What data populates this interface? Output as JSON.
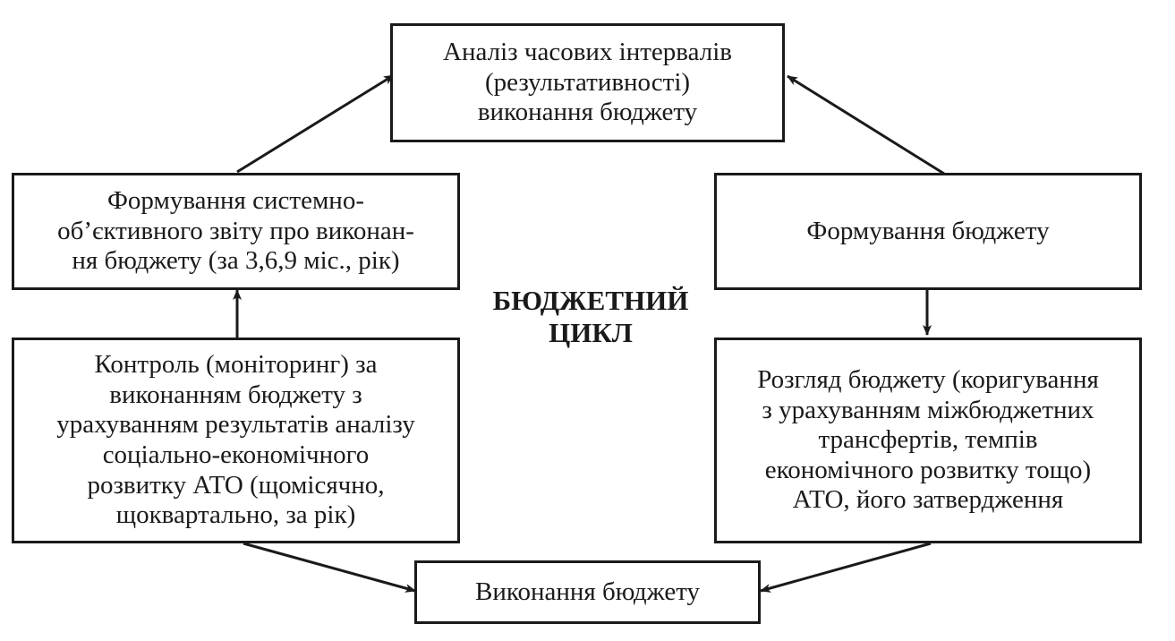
{
  "diagram": {
    "center_title": {
      "line1": "БЮДЖЕТНИЙ",
      "line2": "ЦИКЛ"
    },
    "nodes": {
      "analysis": {
        "lines": [
          "Аналіз часових інтервалів",
          "(результативності)",
          "виконання бюджету"
        ]
      },
      "report": {
        "lines": [
          "Формування системно-",
          "об’єктивного звіту про виконан-",
          "ня бюджету (за 3,6,9 міс., рік)"
        ]
      },
      "formation": {
        "lines": [
          "Формування бюджету"
        ]
      },
      "control": {
        "lines": [
          "Контроль (моніторинг) за",
          "виконанням бюджету з",
          "урахуванням результатів аналізу",
          "соціально-економічного",
          "розвитку АТО (щомісячно,",
          "щоквартально, за рік)"
        ]
      },
      "review": {
        "lines": [
          "Розгляд бюджету (коригування",
          "з урахуванням міжбюджетних",
          "трансфертів, темпів",
          "економічного розвитку тощо)",
          "АТО, його затвердження"
        ]
      },
      "execution": {
        "lines": [
          "Виконання бюджету"
        ]
      }
    },
    "edges": [
      {
        "from": "report",
        "to": "analysis"
      },
      {
        "from": "formation",
        "to": "analysis"
      },
      {
        "from": "formation",
        "to": "review"
      },
      {
        "from": "review",
        "to": "execution"
      },
      {
        "from": "control",
        "to": "execution"
      },
      {
        "from": "control",
        "to": "report"
      }
    ],
    "colors": {
      "stroke": "#1a1a1a",
      "background": "#ffffff"
    }
  }
}
